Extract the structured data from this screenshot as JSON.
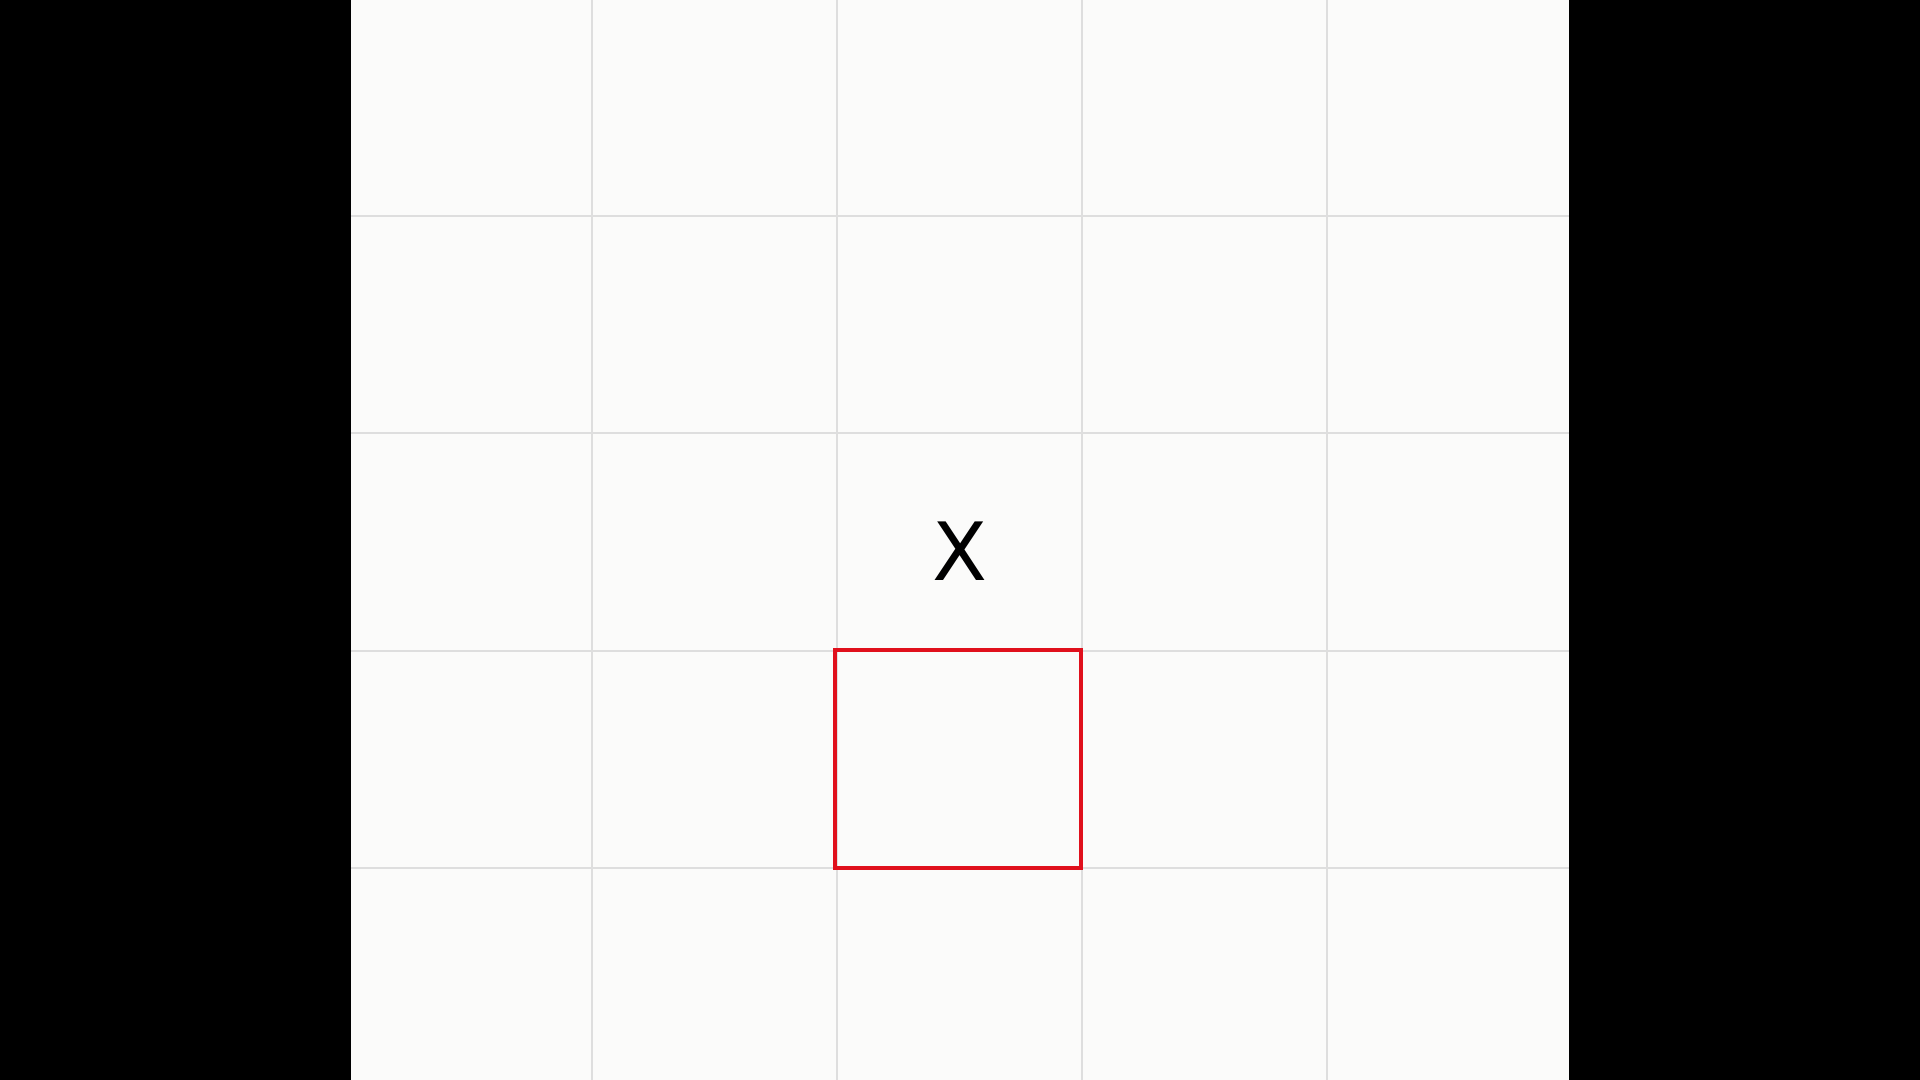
{
  "board": {
    "rows": 5,
    "cols": 5,
    "cells": [
      [
        "",
        "",
        "",
        "",
        ""
      ],
      [
        "",
        "",
        "",
        "",
        ""
      ],
      [
        "",
        "",
        "X",
        "",
        ""
      ],
      [
        "",
        "",
        "",
        "",
        ""
      ],
      [
        "",
        "",
        "",
        "",
        ""
      ]
    ],
    "selected": {
      "row": 3,
      "col": 2
    }
  },
  "colors": {
    "background": "#000000",
    "board": "#fbfbfa",
    "grid_line": "#dedede",
    "mark": "#000000",
    "selection": "#e0101c"
  }
}
